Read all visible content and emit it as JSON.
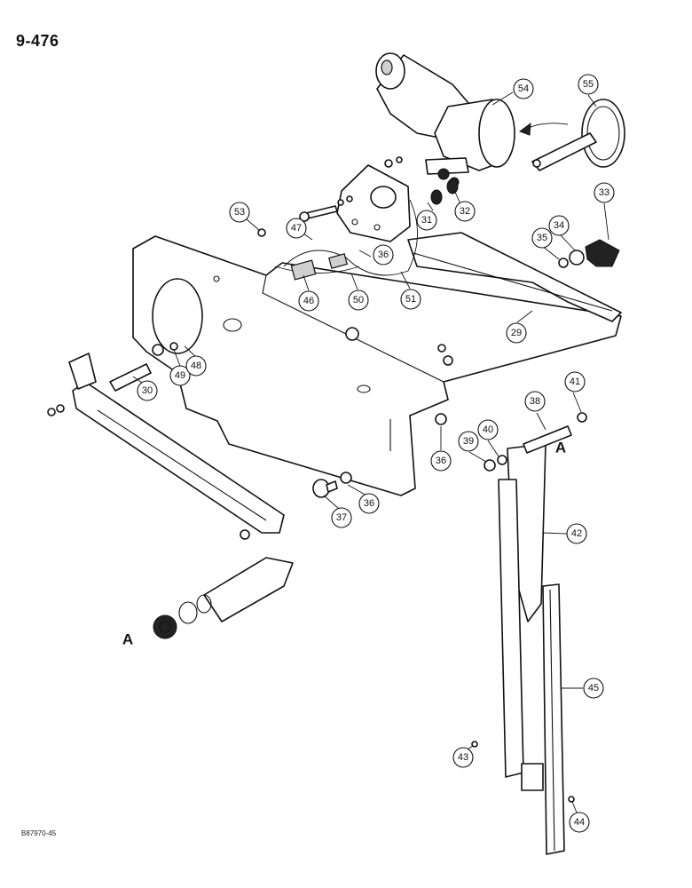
{
  "page_number": "9-476",
  "document_code": "B87970-45",
  "reference_letters": [
    "A",
    "A"
  ],
  "callouts": [
    "54",
    "55",
    "53",
    "47",
    "36",
    "31",
    "32",
    "33",
    "34",
    "35",
    "46",
    "50",
    "51",
    "29",
    "30",
    "49",
    "48",
    "41",
    "38",
    "39",
    "40",
    "36",
    "37",
    "36",
    "42",
    "45",
    "43",
    "44"
  ]
}
